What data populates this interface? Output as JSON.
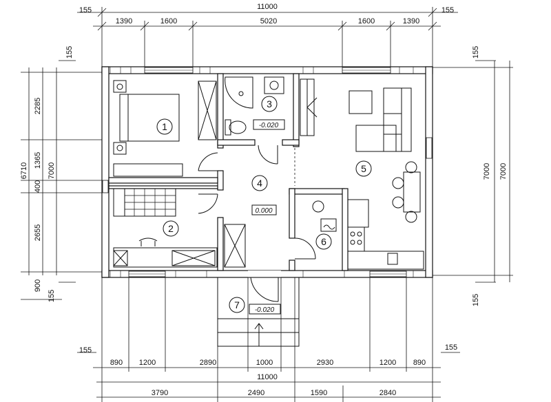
{
  "diagram": {
    "dims_top": {
      "overall": "11000",
      "edge": "155",
      "segments": [
        "1390",
        "1600",
        "5020",
        "1600",
        "1390"
      ]
    },
    "dims_bottom": {
      "overall": "11000",
      "edge": "155",
      "segments_inner": [
        "890",
        "1200",
        "2890",
        "1000",
        "2930",
        "1200",
        "890"
      ],
      "segments_outer": [
        "3790",
        "2490",
        "1590",
        "2840"
      ]
    },
    "dims_left": {
      "segments": [
        "2285",
        "1365",
        "400",
        "2655",
        "900"
      ],
      "overall_a": "6710",
      "overall_b": "7000",
      "edge": "155"
    },
    "dims_right": {
      "overall_a": "7000",
      "overall_b": "7000",
      "edge": "155"
    },
    "rooms": [
      {
        "number": "1"
      },
      {
        "number": "2"
      },
      {
        "number": "3"
      },
      {
        "number": "4"
      },
      {
        "number": "5"
      },
      {
        "number": "6"
      },
      {
        "number": "7"
      }
    ],
    "levels": {
      "bath": "-0.020",
      "hall": "0.000",
      "porch": "-0.020"
    }
  }
}
